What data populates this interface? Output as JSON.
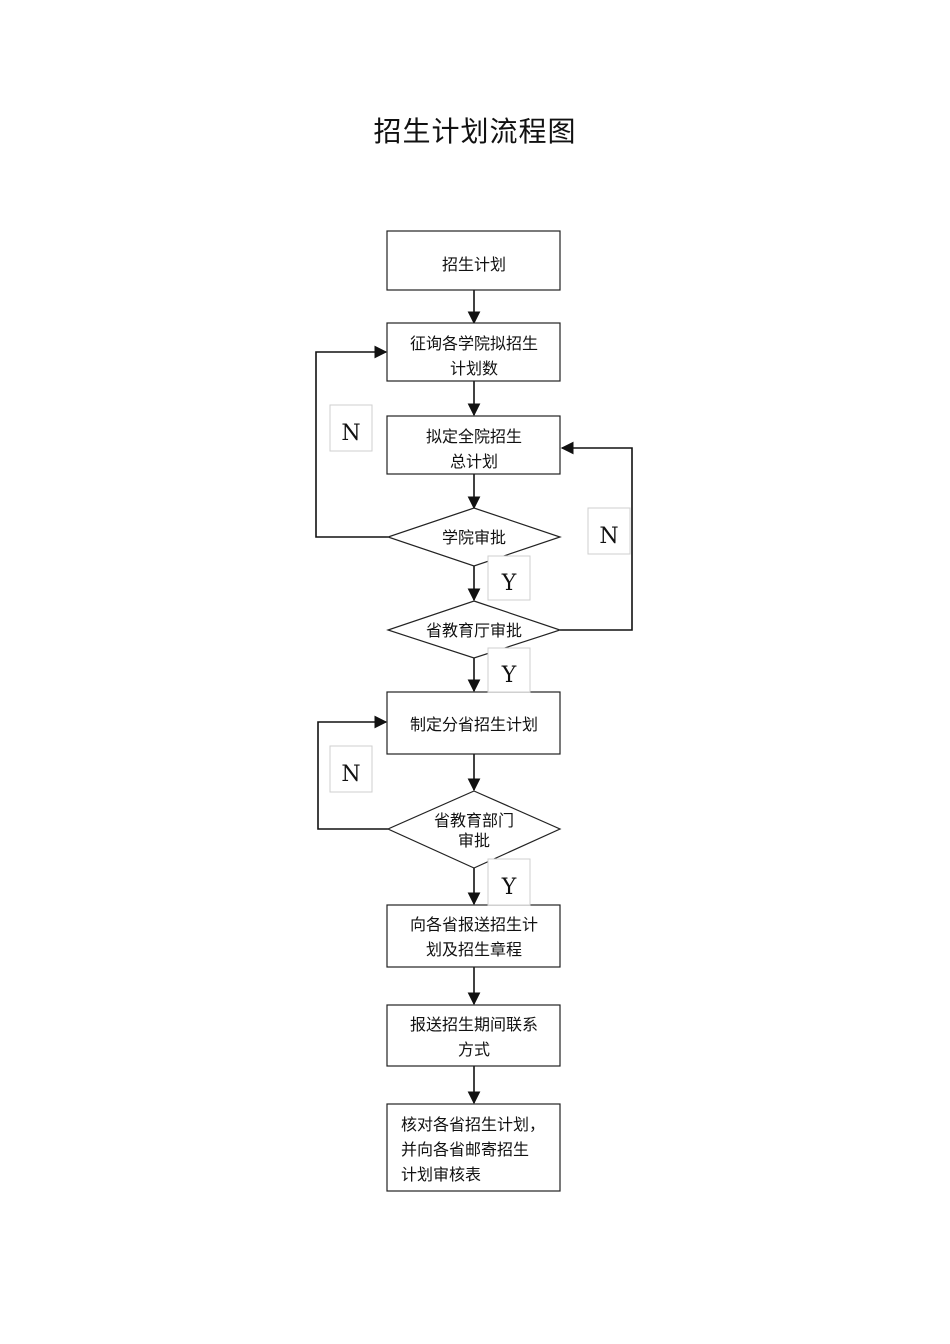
{
  "title": "招生计划流程图",
  "nodes": {
    "n1": [
      "招生计划"
    ],
    "n2": [
      "征询各学院拟招生",
      "计划数"
    ],
    "n3": [
      "拟定全院招生",
      "总计划"
    ],
    "d1": [
      "学院审批"
    ],
    "d2": [
      "省教育厅审批"
    ],
    "n4": [
      "制定分省招生计划"
    ],
    "d3": [
      "省教育部门",
      "审批"
    ],
    "n5": [
      "向各省报送招生计",
      "划及招生章程"
    ],
    "n6": [
      "报送招生期间联系",
      "方式"
    ],
    "n7": [
      "核对各省招生计划，",
      "并向各省邮寄招生",
      "计划审核表"
    ]
  },
  "labels": {
    "no1": "N",
    "no2": "N",
    "no3": "N",
    "yes1": "Y",
    "yes2": "Y",
    "yes3": "Y"
  }
}
